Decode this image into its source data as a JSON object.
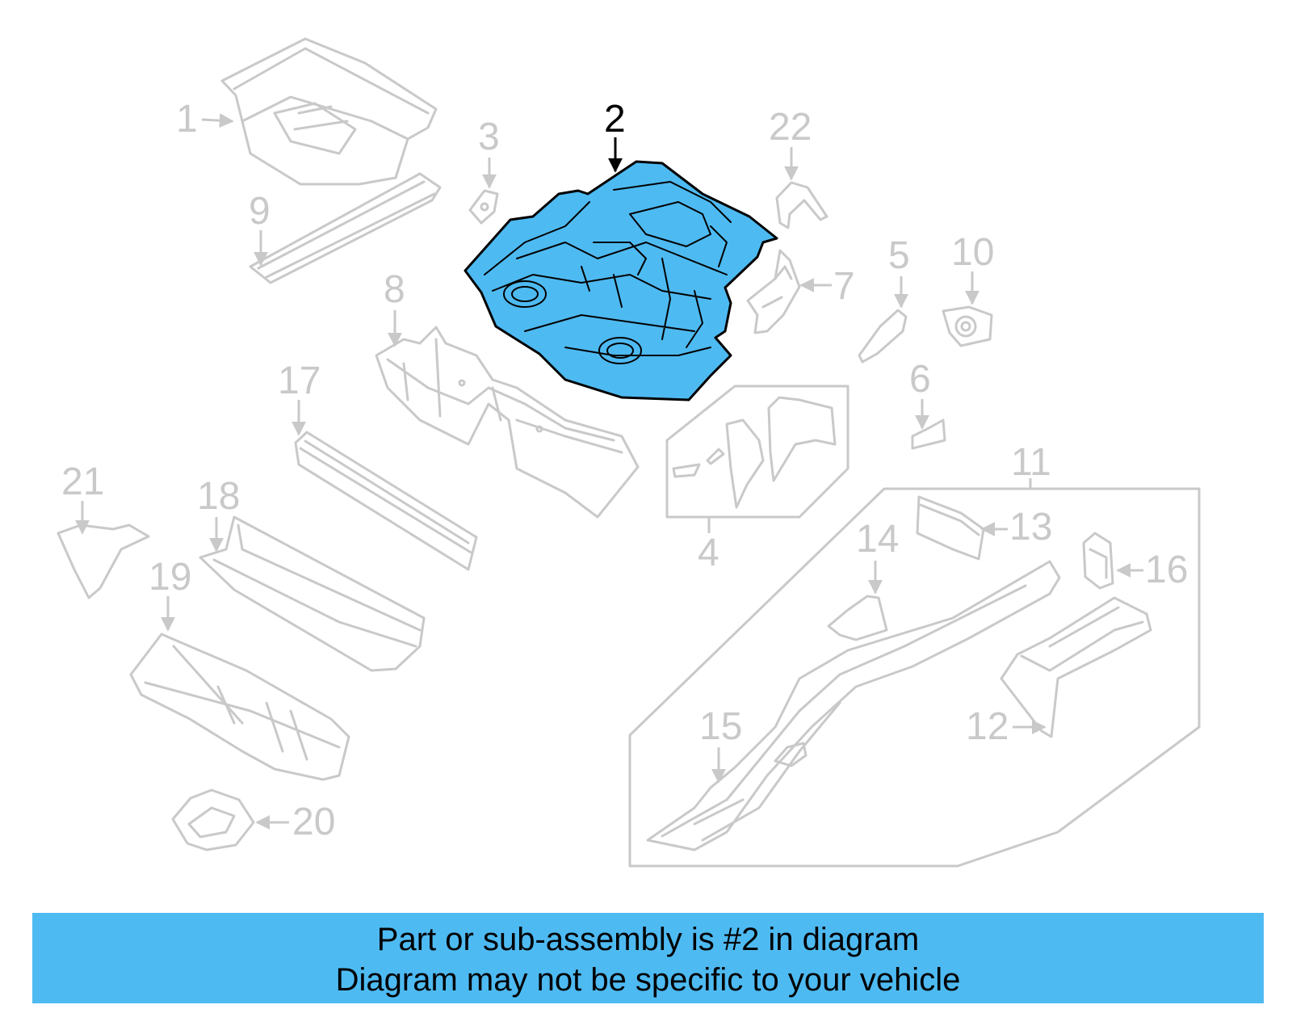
{
  "diagram": {
    "highlight_color": "#4ebaf2",
    "part_color": "#c9c9c9",
    "highlighted_callout": "2",
    "callouts": {
      "c1": "1",
      "c2": "2",
      "c3": "3",
      "c4": "4",
      "c5": "5",
      "c6": "6",
      "c7": "7",
      "c8": "8",
      "c9": "9",
      "c10": "10",
      "c11": "11",
      "c12": "12",
      "c13": "13",
      "c14": "14",
      "c15": "15",
      "c16": "16",
      "c17": "17",
      "c18": "18",
      "c19": "19",
      "c20": "20",
      "c21": "21",
      "c22": "22"
    }
  },
  "banner": {
    "line1": "Part or sub-assembly is #2 in diagram",
    "line2": "Diagram may not be specific to your vehicle",
    "background": "#4ebaf2"
  }
}
